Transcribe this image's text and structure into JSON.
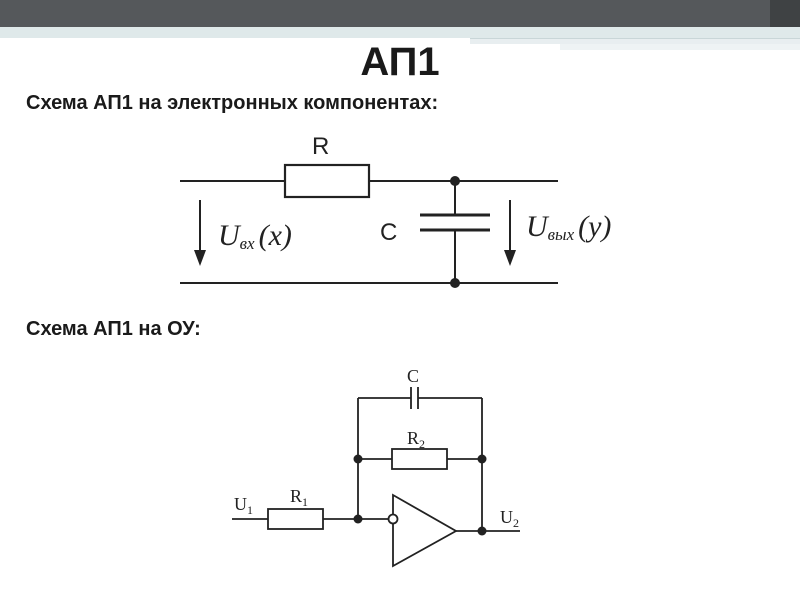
{
  "slide": {
    "title": "АП1",
    "caption_rc": "Схема АП1 на электронных компонентах:",
    "caption_opamp": "Схема АП1 на ОУ:"
  },
  "rc_circuit": {
    "resistor_label": "R",
    "capacitor_label": "C",
    "input_symbol": "U",
    "input_subscript": "вх",
    "input_var": "(x)",
    "output_symbol": "U",
    "output_subscript": "вых",
    "output_var": "(y)"
  },
  "opamp_circuit": {
    "capacitor_label": "C",
    "r2_label": "R",
    "r2_sub": "2",
    "r1_label": "R",
    "r1_sub": "1",
    "u1_label": "U",
    "u1_sub": "1",
    "u2_label": "U",
    "u2_sub": "2"
  },
  "colors": {
    "bar_dark": "#55585b",
    "bar_light": "#dfe9ea",
    "bar_accent": "#e8eef0",
    "line": "#222222"
  }
}
